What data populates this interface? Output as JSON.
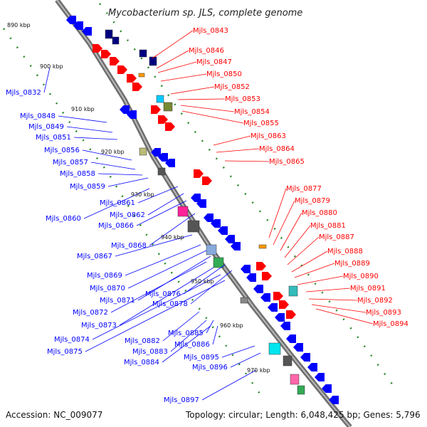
{
  "title": "Mycobacterium sp. JLS, complete genome",
  "accession": "Accession: NC_009077",
  "summary": "Topology: circular; Length: 6,048,425 bp; Genes: 5,796",
  "colors": {
    "minus": "#0000ff",
    "plus": "#ff0000",
    "backbone": "#888888",
    "tick": "#2a8a2a"
  },
  "ticks": [
    "890 kbp",
    "900 kbp",
    "910 kbp",
    "920 kbp",
    "930 kbp",
    "940 kbp",
    "950 kbp",
    "960 kbp",
    "970 kbp"
  ],
  "left_genes": [
    "Mjls_0832",
    "Mjls_0848",
    "Mjls_0849",
    "Mjls_0851",
    "Mjls_0856",
    "Mjls_0857",
    "Mjls_0858",
    "Mjls_0859",
    "Mjls_0861",
    "Mjls_0862",
    "Mjls_0860",
    "Mjls_0866",
    "Mjls_0868",
    "Mjls_0867",
    "Mjls_0869",
    "Mjls_0870",
    "Mjls_0871",
    "Mjls_0876",
    "Mjls_0878",
    "Mjls_0872",
    "Mjls_0873",
    "Mjls_0874",
    "Mjls_0875",
    "Mjls_0882",
    "Mjls_0885",
    "Mjls_0886",
    "Mjls_0883",
    "Mjls_0884",
    "Mjls_0895",
    "Mjls_0896",
    "Mjls_0897"
  ],
  "right_genes": [
    "Mjls_0843",
    "Mjls_0846",
    "Mjls_0847",
    "Mjls_0850",
    "Mjls_0852",
    "Mjls_0853",
    "Mjls_0854",
    "Mjls_0855",
    "Mjls_0863",
    "Mjls_0864",
    "Mjls_0865",
    "Mjls_0877",
    "Mjls_0879",
    "Mjls_0880",
    "Mjls_0881",
    "Mjls_0887",
    "Mjls_0888",
    "Mjls_0889",
    "Mjls_0890",
    "Mjls_0891",
    "Mjls_0892",
    "Mjls_0893",
    "Mjls_0894"
  ]
}
